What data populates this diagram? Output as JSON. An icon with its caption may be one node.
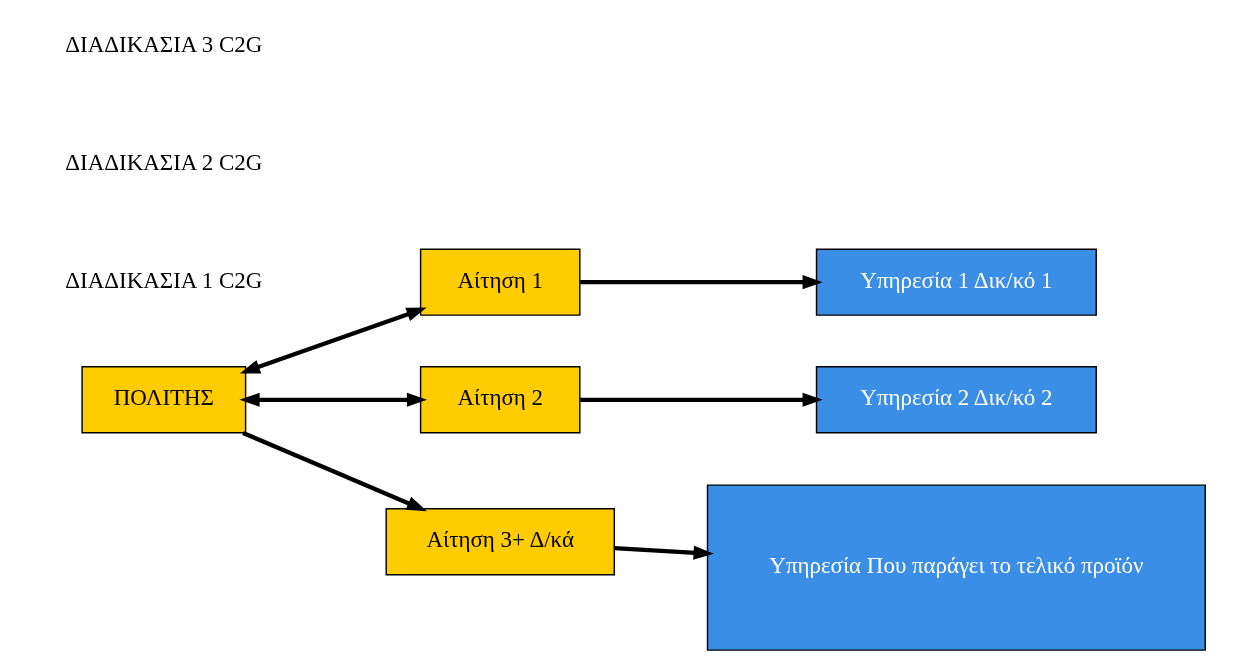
{
  "diagram": {
    "nodes": [
      {
        "text": [
          "Υπηρεσία 1 Δικ/κό 1"
        ]
      },
      {
        "text": [
          "Αίτηση 1"
        ]
      },
      {
        "text": [
          "ΠΟΛΙΤΗΣ"
        ]
      },
      {
        "text": [
          "Υπηρεσία 2 Δικ/κό 2"
        ]
      },
      {
        "text": [
          "Αίτηση 2"
        ]
      },
      {
        "text": [
          "Αίτηση 3+ Δ/κά"
        ]
      },
      {
        "text": [
          "Υπηρεσία Που παράγει το τελικό προϊόν"
        ]
      }
    ],
    "edges": [
      {
        "from": 1,
        "to": 0,
        "arrow": "to"
      },
      {
        "from": 2,
        "to": 1,
        "arrow": "both"
      },
      {
        "from": 2,
        "to": 4,
        "arrow": "both"
      },
      {
        "from": 4,
        "to": 3,
        "arrow": "to"
      },
      {
        "from": 2,
        "to": 5,
        "arrow": "to"
      },
      {
        "from": 5,
        "to": 6,
        "arrow": "to"
      }
    ],
    "labels": [
      "ΔΙΑΔΙΚΑΣΙΑ 1 C2G",
      "ΔΙΑΔΙΚΑΣΙΑ 2 C2G",
      "ΔΙΑΔΙΚΑΣΙΑ 3 C2G"
    ]
  }
}
